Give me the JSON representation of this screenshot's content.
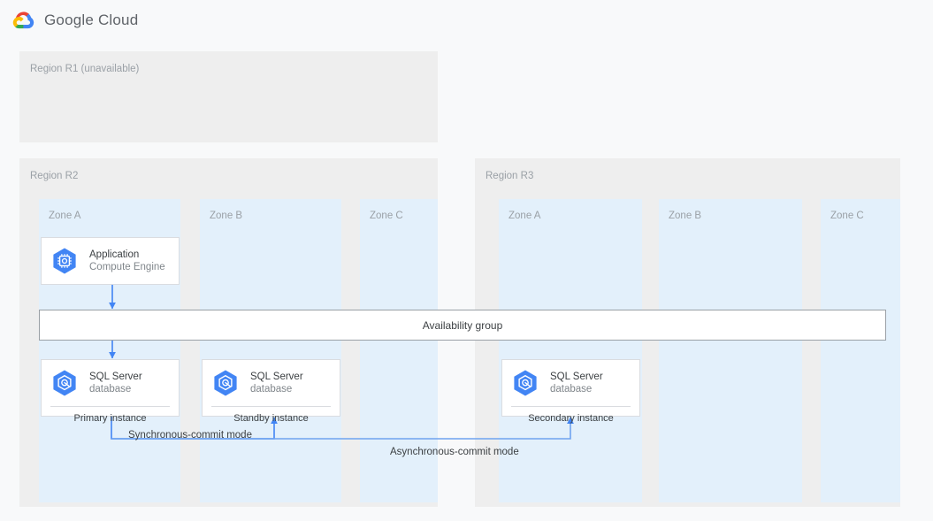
{
  "header": {
    "logo_icon": "google-cloud-logo",
    "title": "Google Cloud"
  },
  "diagram": {
    "type": "architecture-diagram",
    "regions": [
      {
        "id": "r1",
        "label": "Region R1 (unavailable)",
        "zones": []
      },
      {
        "id": "r2",
        "label": "Region R2",
        "zones": [
          {
            "id": "r2-a",
            "label": "Zone A"
          },
          {
            "id": "r2-b",
            "label": "Zone B"
          },
          {
            "id": "r2-c",
            "label": "Zone C"
          }
        ]
      },
      {
        "id": "r3",
        "label": "Region R3",
        "zones": [
          {
            "id": "r3-a",
            "label": "Zone A"
          },
          {
            "id": "r3-b",
            "label": "Zone B"
          },
          {
            "id": "r3-c",
            "label": "Zone C"
          }
        ]
      }
    ],
    "nodes": [
      {
        "id": "application",
        "icon": "compute-engine-icon",
        "title": "Application",
        "subtitle": "Compute Engine",
        "footer": ""
      },
      {
        "id": "primary",
        "icon": "sql-server-database-icon",
        "title": "SQL Server",
        "subtitle": "database",
        "footer": "Primary instance"
      },
      {
        "id": "standby",
        "icon": "sql-server-database-icon",
        "title": "SQL Server",
        "subtitle": "database",
        "footer": "Standby instance"
      },
      {
        "id": "secondary",
        "icon": "sql-server-database-icon",
        "title": "SQL Server",
        "subtitle": "database",
        "footer": "Secondary instance"
      }
    ],
    "availability_group": {
      "label": "Availability group"
    },
    "edges": [
      {
        "id": "sync",
        "label": "Synchronous-commit mode"
      },
      {
        "id": "async",
        "label": "Asynchronous-commit mode"
      }
    ]
  },
  "colors": {
    "page_background": "#f8f9fa",
    "region_fill": "#eeeeee",
    "zone_fill": "#e3f0fb",
    "card_fill": "#ffffff",
    "card_border": "#dadce0",
    "connector": "#4285f4",
    "icon_blue": "#4285f4",
    "muted_text": "#9aa0a6",
    "body_text": "#3c4043",
    "google_red": "#ea4335",
    "google_yellow": "#fbbc04",
    "google_green": "#34a853",
    "google_blue": "#4285f4"
  }
}
